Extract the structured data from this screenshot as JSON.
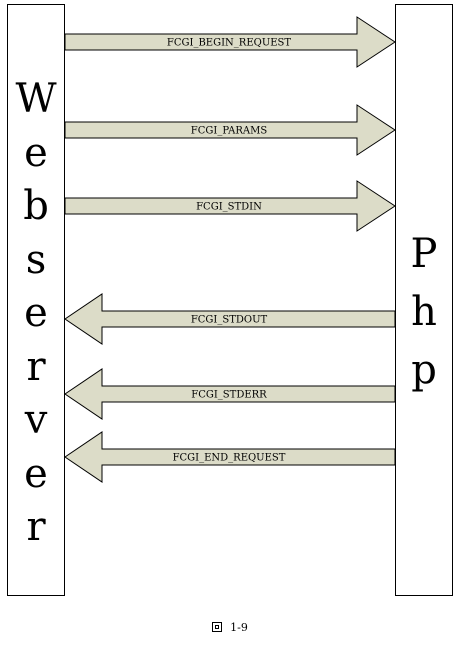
{
  "left_box": {
    "label": "Webserver"
  },
  "right_box": {
    "label": "Php"
  },
  "arrows": [
    {
      "label": "FCGI_BEGIN_REQUEST",
      "direction": "right"
    },
    {
      "label": "FCGI_PARAMS",
      "direction": "right"
    },
    {
      "label": "FCGI_STDIN",
      "direction": "right"
    },
    {
      "label": "FCGI_STDOUT",
      "direction": "left"
    },
    {
      "label": "FCGI_STDERR",
      "direction": "left"
    },
    {
      "label": "FCGI_END_REQUEST",
      "direction": "left"
    }
  ],
  "caption": {
    "text": "1-9"
  },
  "colors": {
    "arrow_fill": "#dcdcc8",
    "stroke": "#000000"
  }
}
